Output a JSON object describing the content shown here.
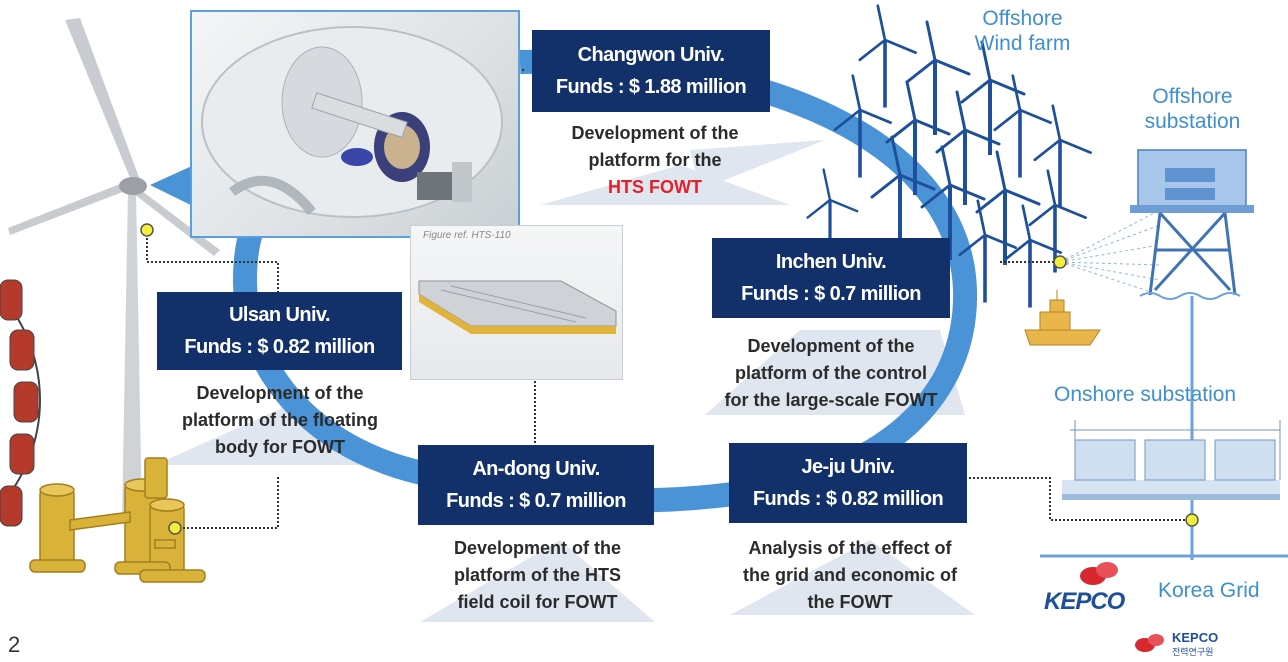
{
  "universities": {
    "changwon": {
      "name": "Changwon Univ.",
      "funds": "Funds : $ 1.88 million",
      "desc1": "Development of the",
      "desc2": "platform for the",
      "desc3": "HTS FOWT"
    },
    "ulsan": {
      "name": "Ulsan Univ.",
      "funds": "Funds : $ 0.82 million",
      "desc1": "Development of the",
      "desc2": "platform of the floating",
      "desc3": "body for FOWT"
    },
    "andong": {
      "name": "An-dong Univ.",
      "funds": "Funds : $ 0.7 million",
      "desc1": "Development of the",
      "desc2": "platform of the HTS",
      "desc3": "field coil for FOWT"
    },
    "incheon": {
      "name": "Inchen Univ.",
      "funds": "Funds : $ 0.7 million",
      "desc1": "Development of the",
      "desc2": "platform of the control",
      "desc3": "for the large-scale FOWT"
    },
    "jeju": {
      "name": "Je-ju Univ.",
      "funds": "Funds : $ 0.82 million",
      "desc1": "Analysis of the effect of",
      "desc2": "the grid and economic of",
      "desc3": "the FOWT"
    }
  },
  "labels": {
    "offshore_wind_farm_1": "Offshore",
    "offshore_wind_farm_2": "Wind farm",
    "offshore_substation_1": "Offshore",
    "offshore_substation_2": "substation",
    "onshore_substation": "Onshore substation",
    "korea_grid": "Korea Grid",
    "figure_ref": "Figure ref. HTS-110",
    "page_number": "2"
  },
  "logos": {
    "kepco": "KEPCO",
    "kepri_en": "KEPCO",
    "kepri_kr": "전력연구원"
  },
  "colors": {
    "box_navy": "#12306a",
    "arrow_blue": "#4a93d6",
    "label_blue": "#3f8fcf",
    "highlight_red": "#e4202a",
    "turbine_blue": "#1d4f9a",
    "gold": "#d9b23a",
    "connector_yellow": "#f2ee3a"
  }
}
